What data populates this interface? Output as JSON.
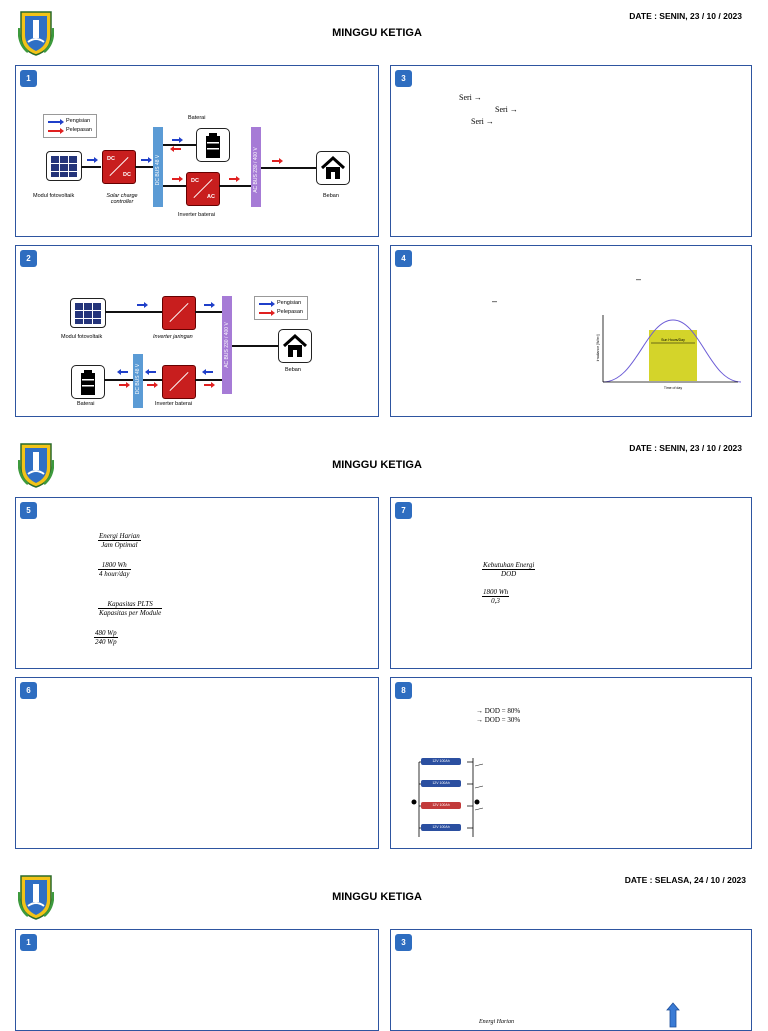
{
  "sections": [
    {
      "title": "MINGGU KETIGA",
      "date": "DATE : SENIN, 23 / 10 / 2023",
      "panels": [
        {
          "num": "1"
        },
        {
          "num": "3"
        },
        {
          "num": "2"
        },
        {
          "num": "4"
        }
      ]
    },
    {
      "title": "MINGGU KETIGA",
      "date": "DATE : SENIN, 23 / 10 / 2023",
      "panels": [
        {
          "num": "5"
        },
        {
          "num": "7"
        },
        {
          "num": "6"
        },
        {
          "num": "8"
        }
      ]
    },
    {
      "title": "MINGGU KETIGA",
      "date": "DATE : SELASA, 24 / 10 / 2023",
      "panels": [
        {
          "num": "1"
        },
        {
          "num": "3"
        }
      ]
    }
  ],
  "diagram1": {
    "legend_charge": "Pengisian",
    "legend_discharge": "Pelepasan",
    "pv_label": "Modul fotovoltaik",
    "scc_label": "Solar charge controller",
    "conv_dc": "DC",
    "conv_ac": "AC",
    "battery_label": "Baterai",
    "inverter_label": "Inverter baterai",
    "load_label": "Beban",
    "dc_bus": "DC BUS 48 V",
    "ac_bus": "AC BUS 230 / 400 V"
  },
  "diagram2": {
    "legend_charge": "Pengisian",
    "legend_discharge": "Pelepasan",
    "pv_label": "Modul fotovoltaik",
    "grid_inverter_label": "Inverter jaringan",
    "battery_label": "Baterai",
    "inverter_label": "Inverter baterai",
    "load_label": "Beban",
    "dc_bus": "DC BUS 48 V",
    "ac_bus": "AC BUS 230 / 400 V"
  },
  "panel3_text": [
    "Seri →",
    "Seri →",
    "Seri →"
  ],
  "panel4": {
    "dash1": "–",
    "dash2": "–",
    "chart_ylabel": "Irradiance [W/m²]",
    "chart_xlabel": "Time of day",
    "chart_band": "Sun Hours/Day"
  },
  "panel5": {
    "f1_num": "Energi Harian",
    "f1_den": "Jam Optimal",
    "f2_num": "1800 Wh",
    "f2_den": "4 hour/day",
    "f3_num": "Kapasitas PLTS",
    "f3_den": "Kapasitas per Module",
    "f4_num": "480 Wp",
    "f4_den": "240 Wp"
  },
  "panel7": {
    "f1_num": "Kebutuhan Energi",
    "f1_den": "DOD",
    "f2_num": "1800 Wh",
    "f2_den": "0,3"
  },
  "panel8": {
    "line1": "→ DOD = 80%",
    "line2": "→ DOD = 30%",
    "cells": [
      "12V 100Ah",
      "12V 100Ah",
      "12V 100Ah",
      "12V 100Ah"
    ]
  },
  "panel_s3_3": {
    "formula": "Energi Harian"
  },
  "colors": {
    "panel_border": "#2e55a0",
    "badge": "#2e6dc0",
    "converter": "#c81e1e",
    "dc_bus": "#5b9bd5",
    "ac_bus": "#a67bd6",
    "charge_arrow": "#1f3fc9",
    "discharge_arrow": "#e02020"
  }
}
